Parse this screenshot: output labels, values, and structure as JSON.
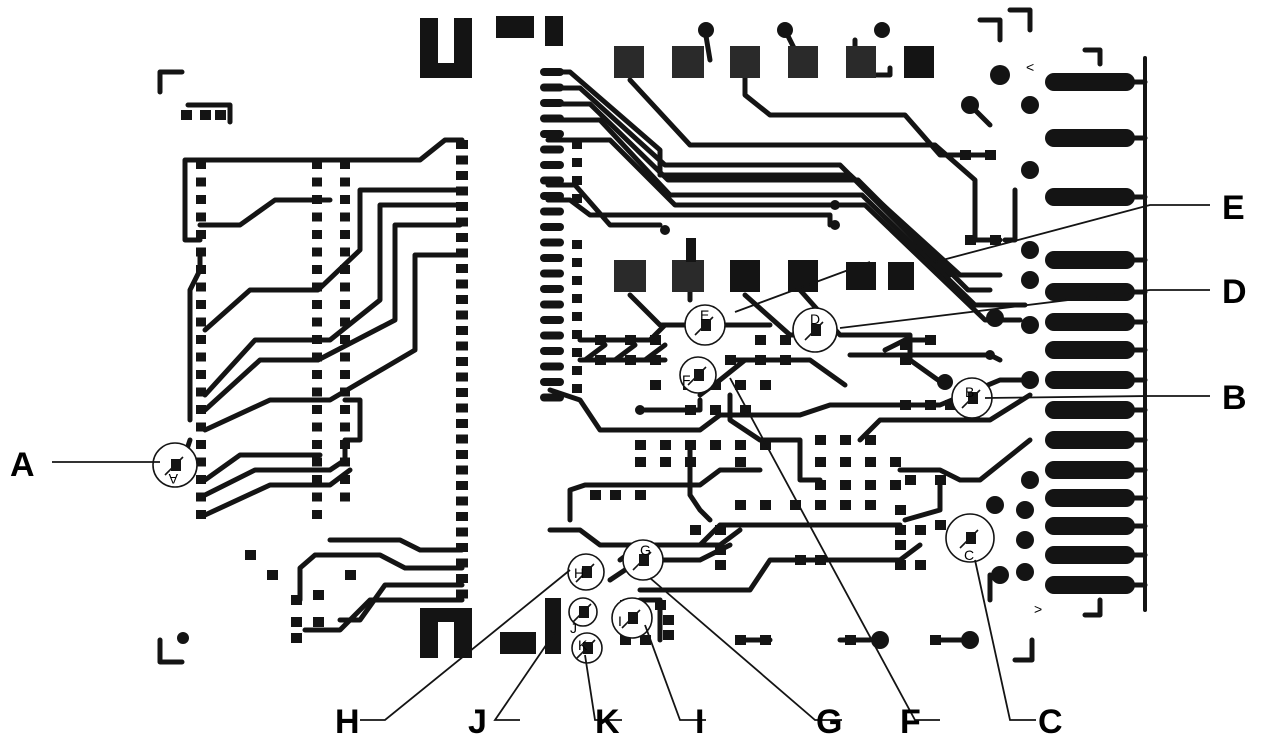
{
  "callout_labels": {
    "A": "A",
    "B": "B",
    "C": "C",
    "D": "D",
    "E": "E",
    "F": "F",
    "G": "G",
    "H": "H",
    "I": "I",
    "J": "J",
    "K": "K"
  },
  "component_marks": {
    "A": "A",
    "B": "B",
    "C": "C",
    "D": "D",
    "E": "E",
    "F": "F",
    "G": "G",
    "H": "H",
    "I": "I",
    "J": "J",
    "K": "K"
  },
  "edge_markers": {
    "top": "<",
    "bottom": ">"
  }
}
